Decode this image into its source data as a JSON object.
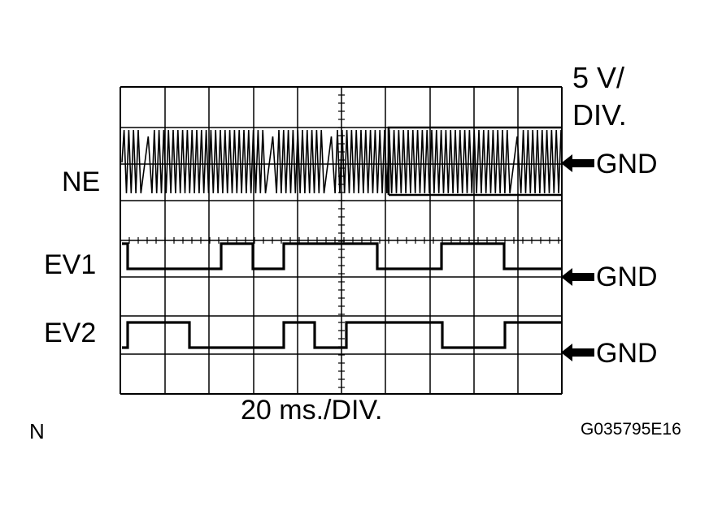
{
  "diagram": {
    "scale_volts": "5 V/",
    "scale_volts_unit": "DIV.",
    "time_scale": "20 ms./DIV.",
    "corner_mark": "N",
    "figure_code": "G035795E16",
    "channels": [
      {
        "name": "NE",
        "ground_label": "GND"
      },
      {
        "name": "EV1",
        "ground_label": "GND"
      },
      {
        "name": "EV2",
        "ground_label": "GND"
      }
    ],
    "colors": {
      "trace": "#000000",
      "grid": "#000000",
      "background": "#ffffff"
    },
    "icons": {
      "ground_marker": "arrow-left-icon"
    }
  }
}
